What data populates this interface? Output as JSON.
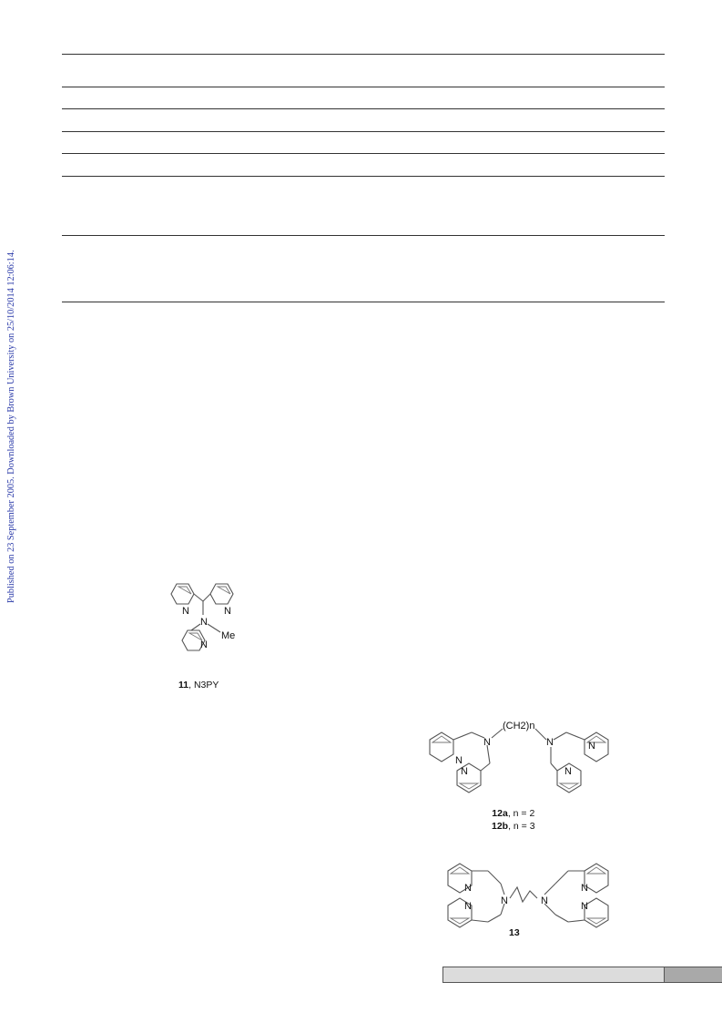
{
  "side_note": "Published on 23 September 2005. Downloaded by Brown University on 25/10/2014 12:06:14.",
  "compounds": {
    "c11": {
      "number": "11",
      "name": ", N3PY"
    },
    "c12": {
      "a_number": "12a",
      "a_text": ", n = 2",
      "b_number": "12b",
      "b_text": ", n = 3"
    },
    "c13": {
      "number": "13"
    }
  },
  "atoms": {
    "N": "N",
    "Me": "Me",
    "CH2n": "(CH2)n"
  }
}
